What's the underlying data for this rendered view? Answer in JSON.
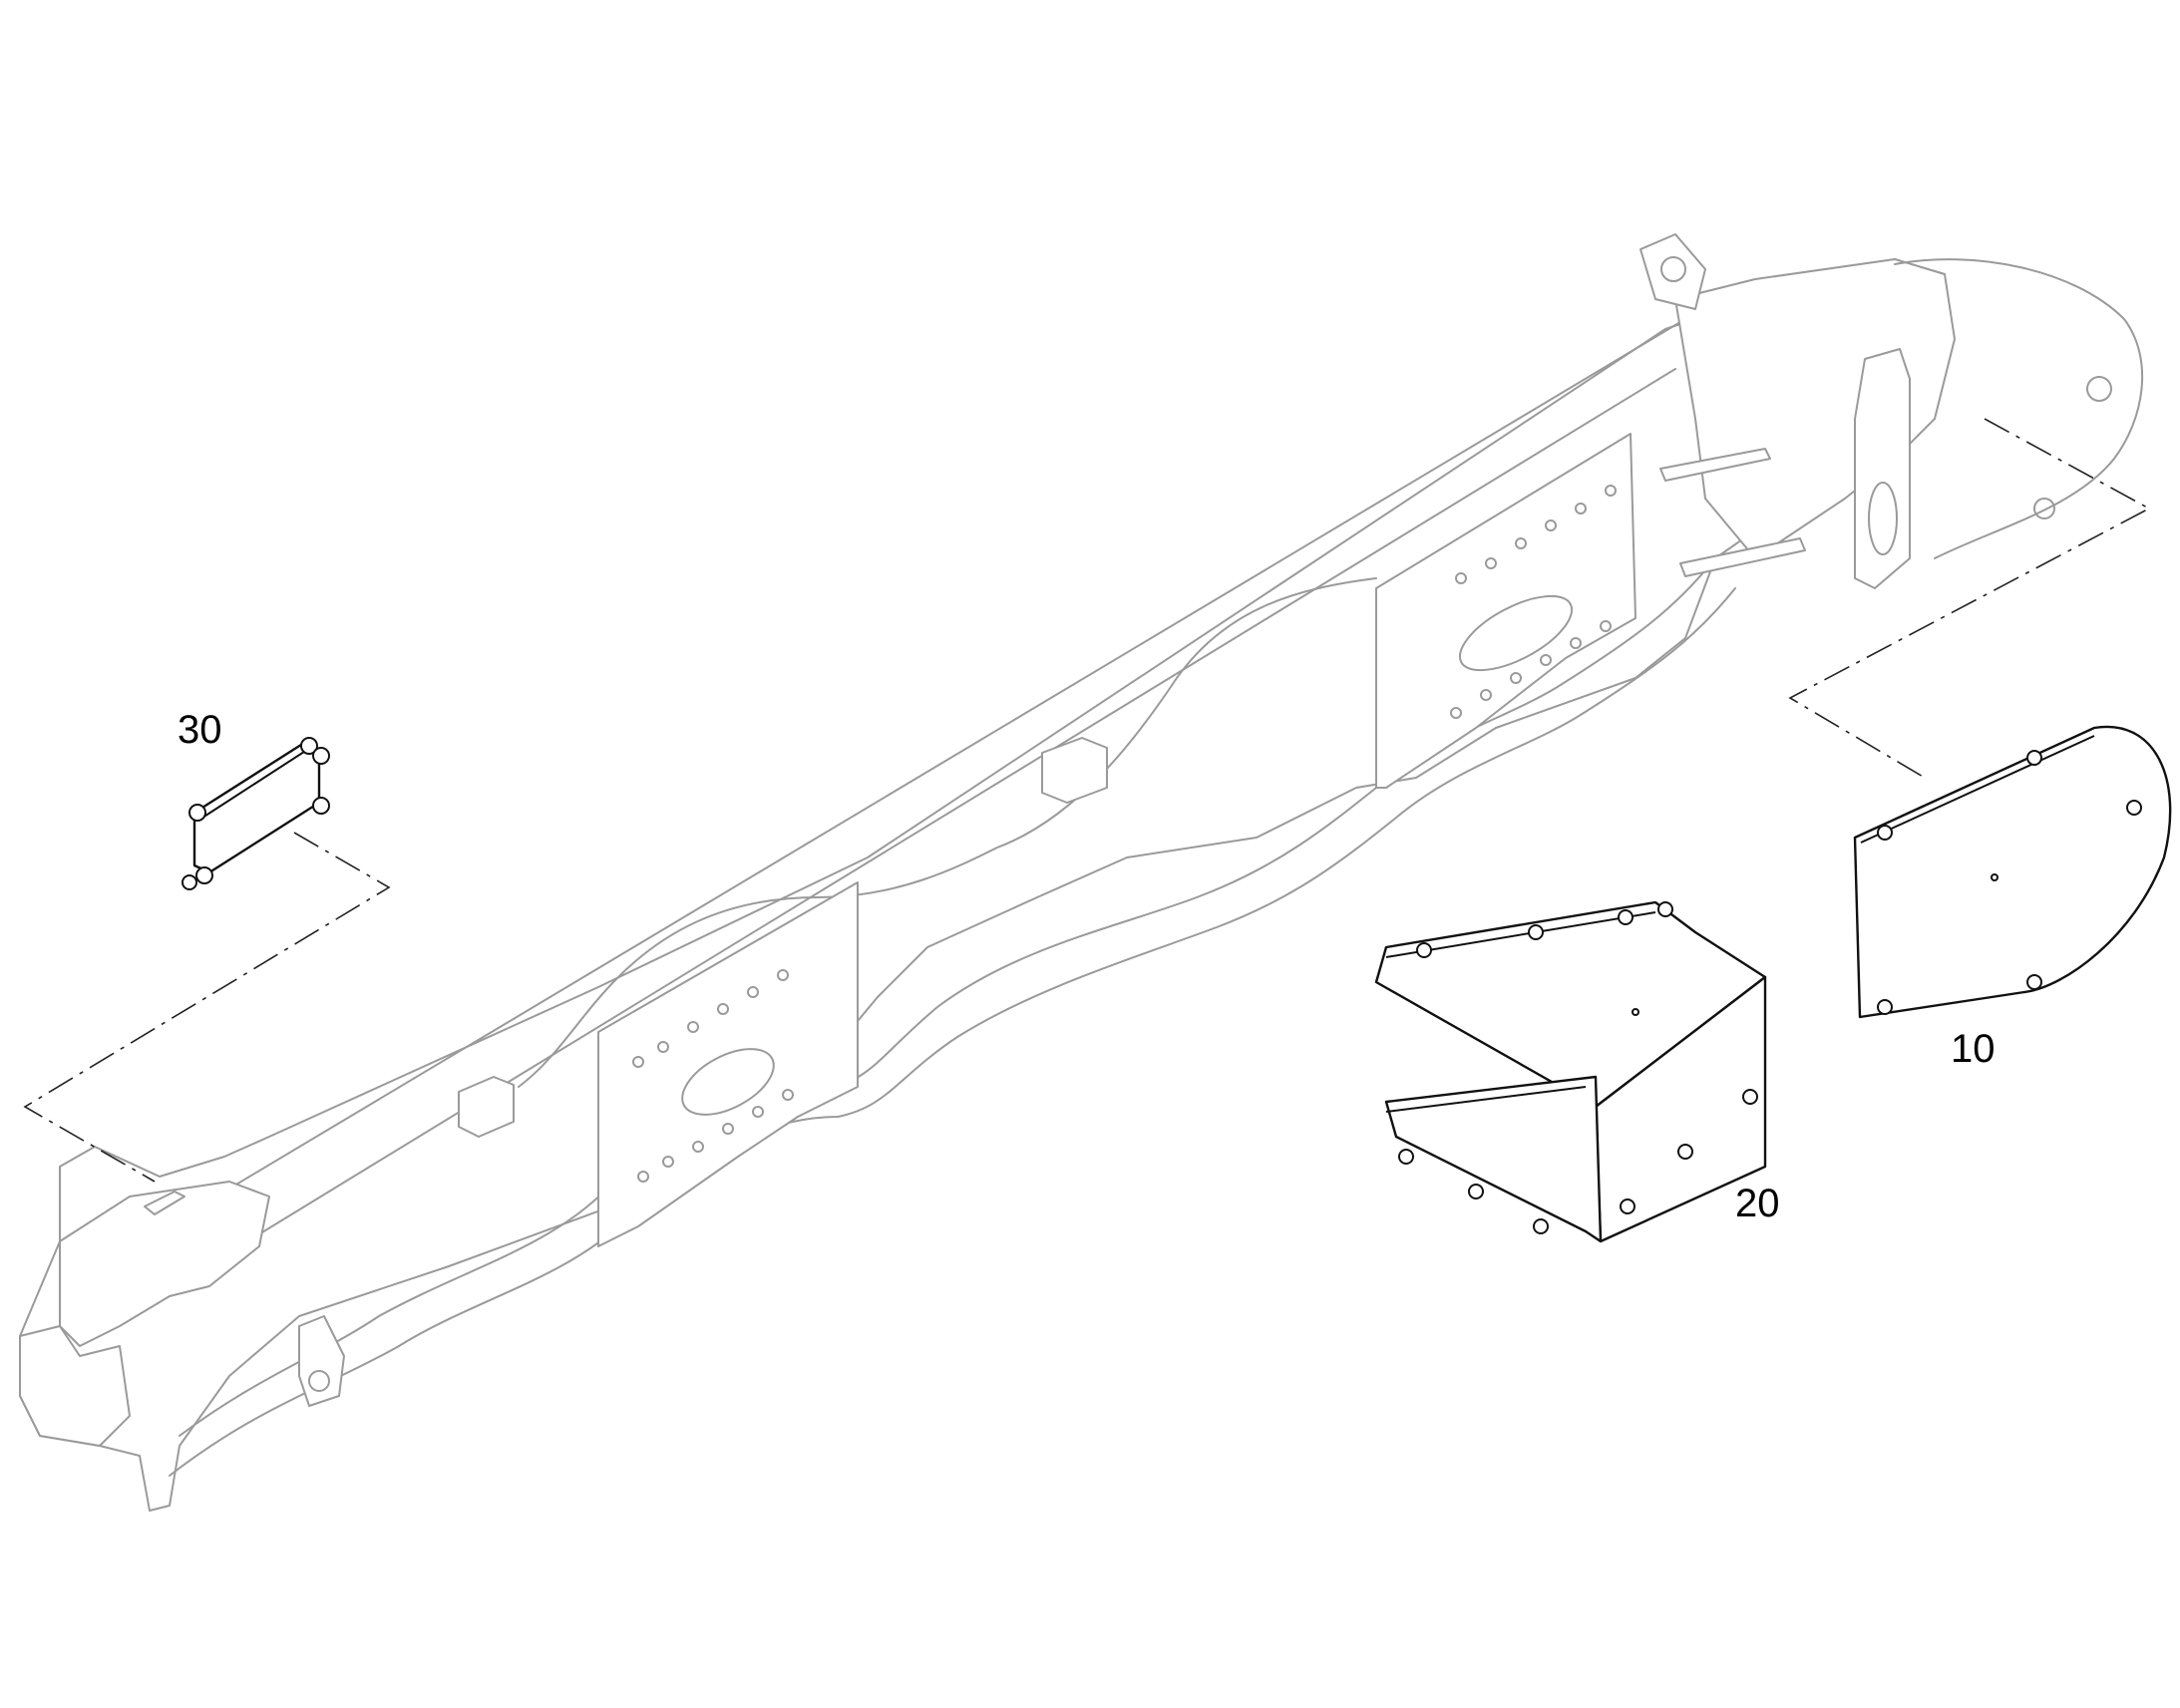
{
  "diagram": {
    "type": "exploded-parts-diagram",
    "callouts": {
      "item_10": "10",
      "item_20": "20",
      "item_30": "30"
    },
    "colors": {
      "frame_outline": "#9a9a9a",
      "part_outline": "#111111",
      "background": "#ffffff"
    }
  }
}
